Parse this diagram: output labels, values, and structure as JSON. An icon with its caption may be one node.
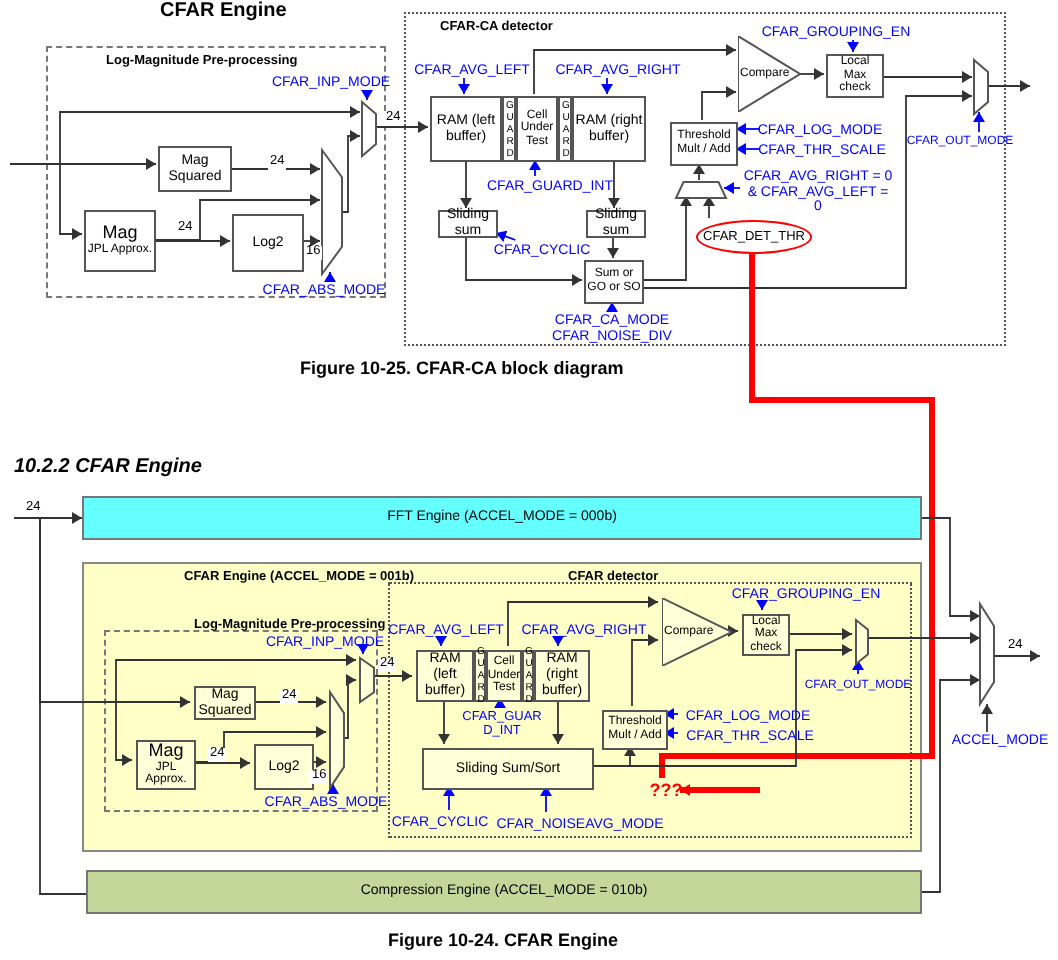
{
  "diagram": {
    "title": "CFAR Engine",
    "caption": "Figure 10-24. CFAR Engine",
    "nodes": [
      {
        "text": [
          "Log-Magnitude Pre-processing"
        ]
      },
      {
        "text": [
          "Mag Squared"
        ],
        "in": 0
      },
      {
        "text": [
          "Mag",
          "JPL Approx."
        ],
        "in": 0
      },
      {
        "text": [
          "Log2"
        ],
        "in": 0
      },
      {
        "text": [],
        "shape": "trapezoid",
        "in": 0
      },
      {
        "text": [],
        "shape": "trapezoid",
        "in": 0
      },
      {
        "text": [
          "CFAR_INP_MODE"
        ],
        "in": 0
      },
      {
        "text": [
          "CFAR_ABS_MODE"
        ],
        "in": 0
      },
      {
        "text": [
          "CFAR-CA detector"
        ]
      },
      {
        "text": [
          "CFAR_AVG_LEFT"
        ],
        "in": 8
      },
      {
        "text": [
          "RAM (left buffer)"
        ],
        "in": 8
      },
      {
        "text": [
          "GUARD"
        ],
        "in": 8
      },
      {
        "text": [
          "Cell Under Test"
        ],
        "in": 8
      },
      {
        "text": [
          "GUARD"
        ],
        "in": 8
      },
      {
        "text": [
          "RAM (right buffer)"
        ],
        "in": 8
      },
      {
        "text": [
          "CFAR_AVG_RIGHT"
        ],
        "in": 8
      },
      {
        "text": [
          "CFAR_GUARD_INT"
        ],
        "in": 8
      },
      {
        "text": [
          "Sliding sum"
        ],
        "in": 8
      },
      {
        "text": [
          "Sliding sum"
        ],
        "in": 8
      },
      {
        "text": [
          "CFAR_CYCLIC"
        ],
        "in": 8
      },
      {
        "text": [
          "Sum or GO or SO"
        ],
        "in": 8
      },
      {
        "text": [
          "CFAR_CA_MODE CFAR_NOISE_DIV"
        ],
        "in": 8
      },
      {
        "text": [
          "Threshold Mult / Add"
        ],
        "in": 8
      },
      {
        "text": [
          "CFAR_LOG_MODE"
        ],
        "in": 8
      },
      {
        "text": [
          "CFAR_THR_SCALE"
        ],
        "in": 8
      },
      {
        "text": [],
        "shape": "trapezoid",
        "in": 8
      },
      {
        "text": [
          "CFAR_AVG_RIGHT = 0 & CFAR_AVG_LEFT = 0"
        ],
        "in": 8
      },
      {
        "text": [
          "CFAR_DET_THR"
        ],
        "in": 8
      },
      {
        "text": [
          "Compare"
        ],
        "in": 8
      },
      {
        "text": [
          "CFAR_GROUPING_EN"
        ],
        "in": 8
      },
      {
        "text": [
          "Local Max check"
        ],
        "in": 8
      },
      {
        "text": [],
        "shape": "trapezoid",
        "in": 8
      },
      {
        "text": [
          "CFAR_OUT_MODE"
        ],
        "in": 8
      },
      {
        "text": [
          "FFT Engine (ACCEL_MODE = 000b)"
        ]
      },
      {
        "text": [
          "CFAR Engine (ACCEL_MODE = 001b)"
        ]
      },
      {
        "text": [
          "Log-Magnitude Pre-processing"
        ],
        "in": 34
      },
      {
        "text": [
          "Mag Squared"
        ],
        "in": 35
      },
      {
        "text": [
          "Mag",
          "JPL Approx."
        ],
        "in": 35
      },
      {
        "text": [
          "Log2"
        ],
        "in": 35
      },
      {
        "text": [],
        "shape": "trapezoid",
        "in": 35
      },
      {
        "text": [],
        "shape": "trapezoid",
        "in": 35
      },
      {
        "text": [
          "CFAR_INP_MODE"
        ],
        "in": 35
      },
      {
        "text": [
          "CFAR_ABS_MODE"
        ],
        "in": 35
      },
      {
        "text": [
          "CFAR detector"
        ],
        "in": 34
      },
      {
        "text": [
          "CFAR_AVG_LEFT"
        ],
        "in": 43
      },
      {
        "text": [
          "RAM (left buffer)"
        ],
        "in": 43
      },
      {
        "text": [
          "GUARD"
        ],
        "in": 43
      },
      {
        "text": [
          "Cell Under Test"
        ],
        "in": 43
      },
      {
        "text": [
          "GUARD"
        ],
        "in": 43
      },
      {
        "text": [
          "RAM (right buffer)"
        ],
        "in": 43
      },
      {
        "text": [
          "CFAR_AVG_RIGHT"
        ],
        "in": 43
      },
      {
        "text": [
          "CFAR_GUARD_INT"
        ],
        "in": 43
      },
      {
        "text": [
          "Sliding Sum/Sort"
        ],
        "in": 43
      },
      {
        "text": [
          "CFAR_CYCLIC"
        ],
        "in": 43
      },
      {
        "text": [
          "CFAR_NOISEAVG_MODE"
        ],
        "in": 43
      },
      {
        "text": [
          "Threshold Mult / Add"
        ],
        "in": 43
      },
      {
        "text": [
          "CFAR_LOG_MODE"
        ],
        "in": 43
      },
      {
        "text": [
          "CFAR_THR_SCALE"
        ],
        "in": 43
      },
      {
        "text": [
          "Compare"
        ],
        "in": 43
      },
      {
        "text": [
          "CFAR_GROUPING_EN"
        ],
        "in": 43
      },
      {
        "text": [
          "Local Max check"
        ],
        "in": 43
      },
      {
        "text": [],
        "shape": "trapezoid",
        "in": 43
      },
      {
        "text": [
          "CFAR_OUT_MODE"
        ],
        "in": 43
      },
      {
        "text": [
          "???"
        ],
        "in": 43
      },
      {
        "text": [
          "Compression Engine (ACCEL_MODE = 010b)"
        ]
      },
      {
        "text": [],
        "shape": "trapezoid"
      },
      {
        "text": [
          "ACCEL_MODE"
        ]
      }
    ],
    "edges": [
      {
        "from": null,
        "to": 5,
        "arrow": "to"
      },
      {
        "from": null,
        "to": 1,
        "arrow": "to"
      },
      {
        "from": null,
        "to": 2,
        "arrow": "to"
      },
      {
        "from": 1,
        "to": 4,
        "arrow": "to",
        "label": "24"
      },
      {
        "from": 2,
        "to": 3,
        "arrow": "to",
        "label": "24"
      },
      {
        "from": 2,
        "to": 4,
        "arrow": "to"
      },
      {
        "from": 3,
        "to": 4,
        "arrow": "to",
        "label": "16"
      },
      {
        "from": 4,
        "to": 5,
        "arrow": "to"
      },
      {
        "from": 5,
        "to": 10,
        "arrow": "to",
        "label": "24"
      },
      {
        "from": 6,
        "to": 5,
        "arrow": "to",
        "color": "#0000ff"
      },
      {
        "from": 7,
        "to": 4,
        "arrow": "to",
        "color": "#0000ff"
      },
      {
        "from": 9,
        "to": 10,
        "arrow": "to",
        "color": "#0000ff"
      },
      {
        "from": 15,
        "to": 14,
        "arrow": "to",
        "color": "#0000ff"
      },
      {
        "from": 16,
        "to": 12,
        "arrow": "to",
        "color": "#0000ff"
      },
      {
        "from": 10,
        "to": 17,
        "arrow": "to"
      },
      {
        "from": 14,
        "to": 18,
        "arrow": "to"
      },
      {
        "from": 19,
        "to": 17,
        "arrow": "to",
        "color": "#0000ff"
      },
      {
        "from": 17,
        "to": 20,
        "arrow": "to"
      },
      {
        "from": 18,
        "to": 20,
        "arrow": "to"
      },
      {
        "from": 21,
        "to": 20,
        "arrow": "to",
        "color": "#0000ff"
      },
      {
        "from": 20,
        "to": 25,
        "arrow": "to"
      },
      {
        "from": 20,
        "to": 31,
        "arrow": "to"
      },
      {
        "from": 27,
        "to": 25,
        "arrow": "to"
      },
      {
        "from": 26,
        "to": 25,
        "arrow": "to",
        "color": "#0000ff"
      },
      {
        "from": 25,
        "to": 22,
        "arrow": "to"
      },
      {
        "from": 23,
        "to": 22,
        "arrow": "to",
        "color": "#0000ff"
      },
      {
        "from": 24,
        "to": 22,
        "arrow": "to",
        "color": "#0000ff"
      },
      {
        "from": 22,
        "to": 28,
        "arrow": "to"
      },
      {
        "from": 12,
        "to": 28,
        "arrow": "to"
      },
      {
        "from": 28,
        "to": 30,
        "arrow": "to"
      },
      {
        "from": 29,
        "to": 30,
        "arrow": "to",
        "color": "#0000ff"
      },
      {
        "from": 30,
        "to": 31,
        "arrow": "to"
      },
      {
        "from": 32,
        "to": 31,
        "arrow": "to",
        "color": "#0000ff"
      },
      {
        "from": 31,
        "to": null,
        "arrow": "to"
      },
      {
        "from": 27,
        "to": 63,
        "arrow": "none",
        "style": "thick",
        "color": "#ff0000"
      },
      {
        "from": null,
        "to": 33,
        "arrow": "to",
        "label": "24"
      },
      {
        "from": null,
        "to": 36,
        "arrow": "to"
      },
      {
        "from": null,
        "to": 40,
        "arrow": "to"
      },
      {
        "from": null,
        "to": 37,
        "arrow": "to"
      },
      {
        "from": null,
        "to": 64,
        "arrow": "none"
      },
      {
        "from": 36,
        "to": 39,
        "arrow": "to",
        "label": "24"
      },
      {
        "from": 37,
        "to": 38,
        "arrow": "to",
        "label": "24"
      },
      {
        "from": 37,
        "to": 39,
        "arrow": "to"
      },
      {
        "from": 38,
        "to": 39,
        "arrow": "to",
        "label": "16"
      },
      {
        "from": 39,
        "to": 40,
        "arrow": "to"
      },
      {
        "from": 40,
        "to": 45,
        "arrow": "to",
        "label": "24"
      },
      {
        "from": 41,
        "to": 40,
        "arrow": "to",
        "color": "#0000ff"
      },
      {
        "from": 42,
        "to": 39,
        "arrow": "to",
        "color": "#0000ff"
      },
      {
        "from": 44,
        "to": 45,
        "arrow": "to",
        "color": "#0000ff"
      },
      {
        "from": 50,
        "to": 49,
        "arrow": "to",
        "color": "#0000ff"
      },
      {
        "from": 51,
        "to": 47,
        "arrow": "to",
        "color": "#0000ff"
      },
      {
        "from": 45,
        "to": 52,
        "arrow": "to"
      },
      {
        "from": 49,
        "to": 52,
        "arrow": "to"
      },
      {
        "from": 53,
        "to": 52,
        "arrow": "to",
        "color": "#0000ff"
      },
      {
        "from": 54,
        "to": 52,
        "arrow": "to",
        "color": "#0000ff"
      },
      {
        "from": 52,
        "to": 55,
        "arrow": "to"
      },
      {
        "from": 52,
        "to": 61,
        "arrow": "to"
      },
      {
        "from": 55,
        "to": 58,
        "arrow": "to"
      },
      {
        "from": 47,
        "to": 58,
        "arrow": "to"
      },
      {
        "from": 56,
        "to": 55,
        "arrow": "to",
        "color": "#0000ff"
      },
      {
        "from": 57,
        "to": 55,
        "arrow": "to",
        "color": "#0000ff"
      },
      {
        "from": 58,
        "to": 60,
        "arrow": "to"
      },
      {
        "from": 59,
        "to": 60,
        "arrow": "to",
        "color": "#0000ff"
      },
      {
        "from": 60,
        "to": 61,
        "arrow": "to"
      },
      {
        "from": 62,
        "to": 61,
        "arrow": "to",
        "color": "#0000ff"
      },
      {
        "from": 61,
        "to": 65,
        "arrow": "to"
      },
      {
        "from": 33,
        "to": 65,
        "arrow": "to"
      },
      {
        "from": 64,
        "to": 65,
        "arrow": "to"
      },
      {
        "from": 66,
        "to": 65,
        "arrow": "to"
      },
      {
        "from": 65,
        "to": null,
        "arrow": "to",
        "label": "24"
      },
      {
        "from": null,
        "to": 63,
        "arrow": "to",
        "style": "thick",
        "color": "#ff0000"
      }
    ],
    "labels": [
      "Figure 10-25. CFAR-CA block diagram",
      "10.2.2 CFAR Engine"
    ]
  }
}
